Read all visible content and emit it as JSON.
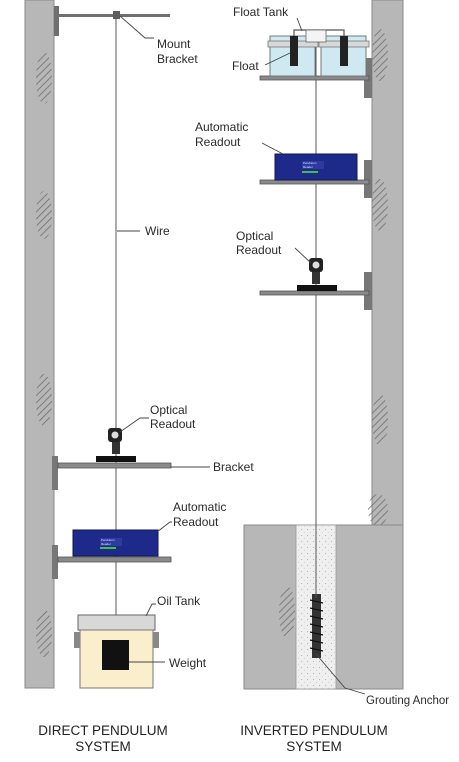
{
  "labels": {
    "mount_bracket_1": "Mount",
    "mount_bracket_2": "Bracket",
    "wire": "Wire",
    "optical_left_1": "Optical",
    "optical_left_2": "Readout",
    "bracket": "Bracket",
    "automatic_left_1": "Automatic",
    "automatic_left_2": "Readout",
    "oil_tank": "Oil Tank",
    "weight": "Weight",
    "float_tank": "Float Tank",
    "float": "Float",
    "automatic_right_1": "Automatic",
    "automatic_right_2": "Readout",
    "optical_right_1": "Optical",
    "optical_right_2": "Readout",
    "grouting_anchor": "Grouting Anchor"
  },
  "captions": {
    "direct_1": "DIRECT PENDULUM",
    "direct_2": "SYSTEM",
    "inverted_1": "INVERTED PENDULUM",
    "inverted_2": "SYSTEM"
  },
  "colors": {
    "wall": "#b7b7b7",
    "wall_edge": "#8a8a8a",
    "shelf": "#6f6f6f",
    "readout_box": "#1d2a8a",
    "oil_tank": "#fbeecd",
    "float_tank_water": "#cfe9f3",
    "weight": "#111111",
    "grout": "#efefef"
  }
}
